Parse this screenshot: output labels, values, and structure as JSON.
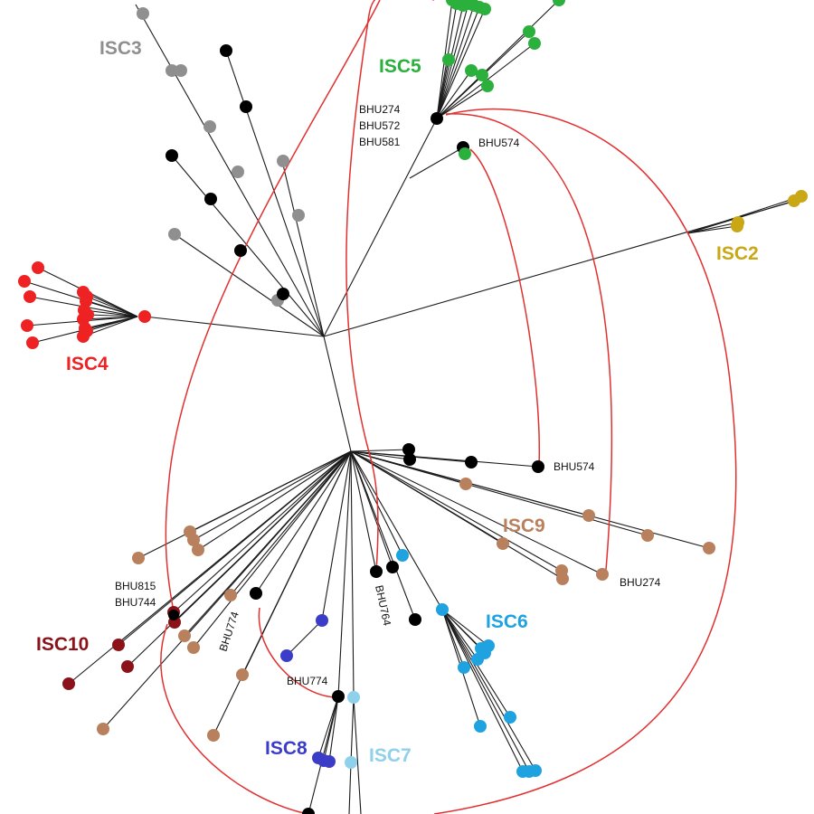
{
  "colors": {
    "ISC2": "#c9a715",
    "ISC3": "#8f8f8f",
    "ISC4": "#ee2222",
    "ISC5": "#2bb03e",
    "ISC6": "#1ea3e0",
    "ISC7": "#8fd1ea",
    "ISC8": "#3b3dc8",
    "ISC9": "#b8805c",
    "ISC10": "#8b1219",
    "link": "#e23030",
    "node": "#000000",
    "branch": "#1a1a1a"
  },
  "clusters": [
    {
      "id": "ISC2",
      "label": "ISC2"
    },
    {
      "id": "ISC3",
      "label": "ISC3"
    },
    {
      "id": "ISC4",
      "label": "ISC4"
    },
    {
      "id": "ISC5",
      "label": "ISC5"
    },
    {
      "id": "ISC6",
      "label": "ISC6"
    },
    {
      "id": "ISC7",
      "label": "ISC7"
    },
    {
      "id": "ISC8",
      "label": "ISC8"
    },
    {
      "id": "ISC9",
      "label": "ISC9"
    },
    {
      "id": "ISC10",
      "label": "ISC10"
    }
  ],
  "isolate_labels": {
    "bhu274_top": "BHU274",
    "bhu572": "BHU572",
    "bhu581": "BHU581",
    "bhu574_top": "BHU574",
    "bhu574_mid": "BHU574",
    "bhu274_right": "BHU274",
    "bhu815": "BHU815",
    "bhu744": "BHU744",
    "bhu774_vert": "BHU774",
    "bhu764": "BHU764",
    "bhu774_low": "BHU774"
  }
}
